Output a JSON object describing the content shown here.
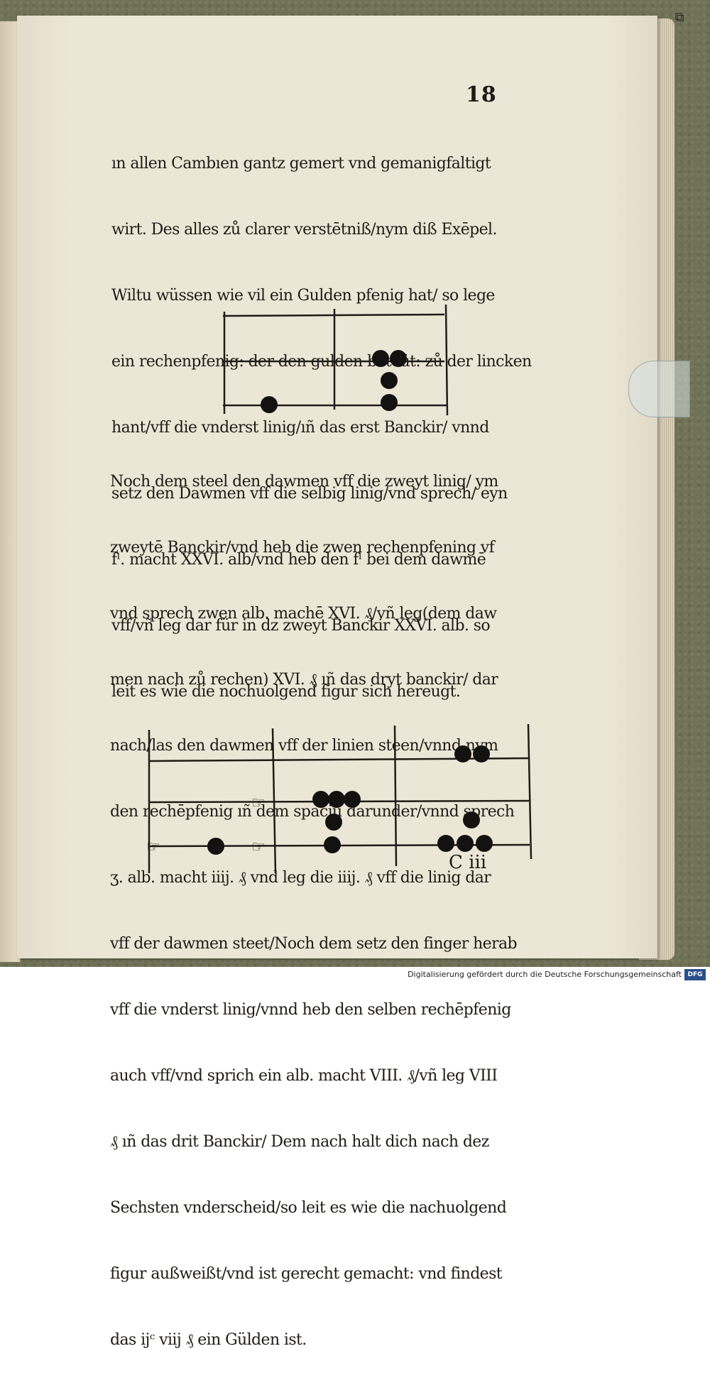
{
  "page": {
    "folio": "18",
    "signature": "C iii",
    "corner_mark": "⧉"
  },
  "paragraph_1": [
    "ın allen Cambıen gantz gemert vnd gemanigfaltigt",
    "wirt. Des alles zů clarer verstētniß/nym diß Exēpel.",
    "Wiltu wüssen wie vil ein Gulden pfenig hat/ so lege",
    "ein rechenpfenig: der den gulden beteüt: zů der lincken",
    "hant/vff die vnderst linig/ıñ das erst Banckir/ vnnd",
    "setz den Dawmen vff die selbig linig/vnd sprech/ eyn",
    "fˡ. macht XXVI. alb/vnd heb den fˡ bei dem dawmē",
    "vff/vñ leg dar für in dz zweyt Banckir XXVI. alb. so",
    "leit es wie die nochuolgend figur sich hereugt."
  ],
  "paragraph_2": [
    "Noch dem steel den dawmen vff die zweyt linig/ ym",
    "zweytē Banckir/vnd heb die zwen rechenpfening vf",
    "vnd sprech zwen alb. machē XVI. ₰/vñ leg(dem daw",
    "men nach zů rechen) XVI. ₰ ıñ das dryt banckir/ dar",
    "nach/las den dawmen vff der linien steen/vnnd nym",
    "den rechēpfenig ıñ dem spaciū darunder/vnnd sprech",
    "ʒ. alb. macht iiij. ₰ vnd leg die iiij. ₰ vff die linig dar",
    "vff der dawmen steet/Noch dem setz den finger herab",
    "vff die vnderst linig/vnnd heb den selben rechēpfenig",
    "auch vff/vnd sprich ein alb. macht VIII. ₰/vñ leg VIII",
    "₰ ıñ das drit Banckir/ Dem nach halt dich nach dez",
    "Sechsten vnderscheid/so leit es wie die nachuolgend",
    "figur außweißt/vnd ist gerecht gemacht: vnd findest",
    "das ijᶜ viij ₰ ein Gülden ist."
  ],
  "figure_1": {
    "lines": 3,
    "columns": 2,
    "counters": {
      "col1_bottom_line": 1,
      "col2_top_space": 2,
      "col2_middle": 1,
      "col2_bottom_line": 1
    }
  },
  "figure_2": {
    "lines": 3,
    "columns": 3,
    "pointing_hands": [
      "middle-line-col1",
      "bottom-line-left",
      "bottom-line-col1"
    ],
    "counters": {
      "col1_bottom_line": 1,
      "col2_middle_line": 3,
      "col2_space": 1,
      "col2_bottom_line": 1,
      "col3_top_line": 2,
      "col3_space": 1,
      "col3_bottom_line": 3
    }
  },
  "footer": {
    "credit": "Digitalisierung gefördert durch die Deutsche Forschungsgemeinschaft",
    "logo": "DFG"
  },
  "colors": {
    "paper": "#ece6d6",
    "ink": "#1f1c18",
    "cover": "#6f7256"
  }
}
